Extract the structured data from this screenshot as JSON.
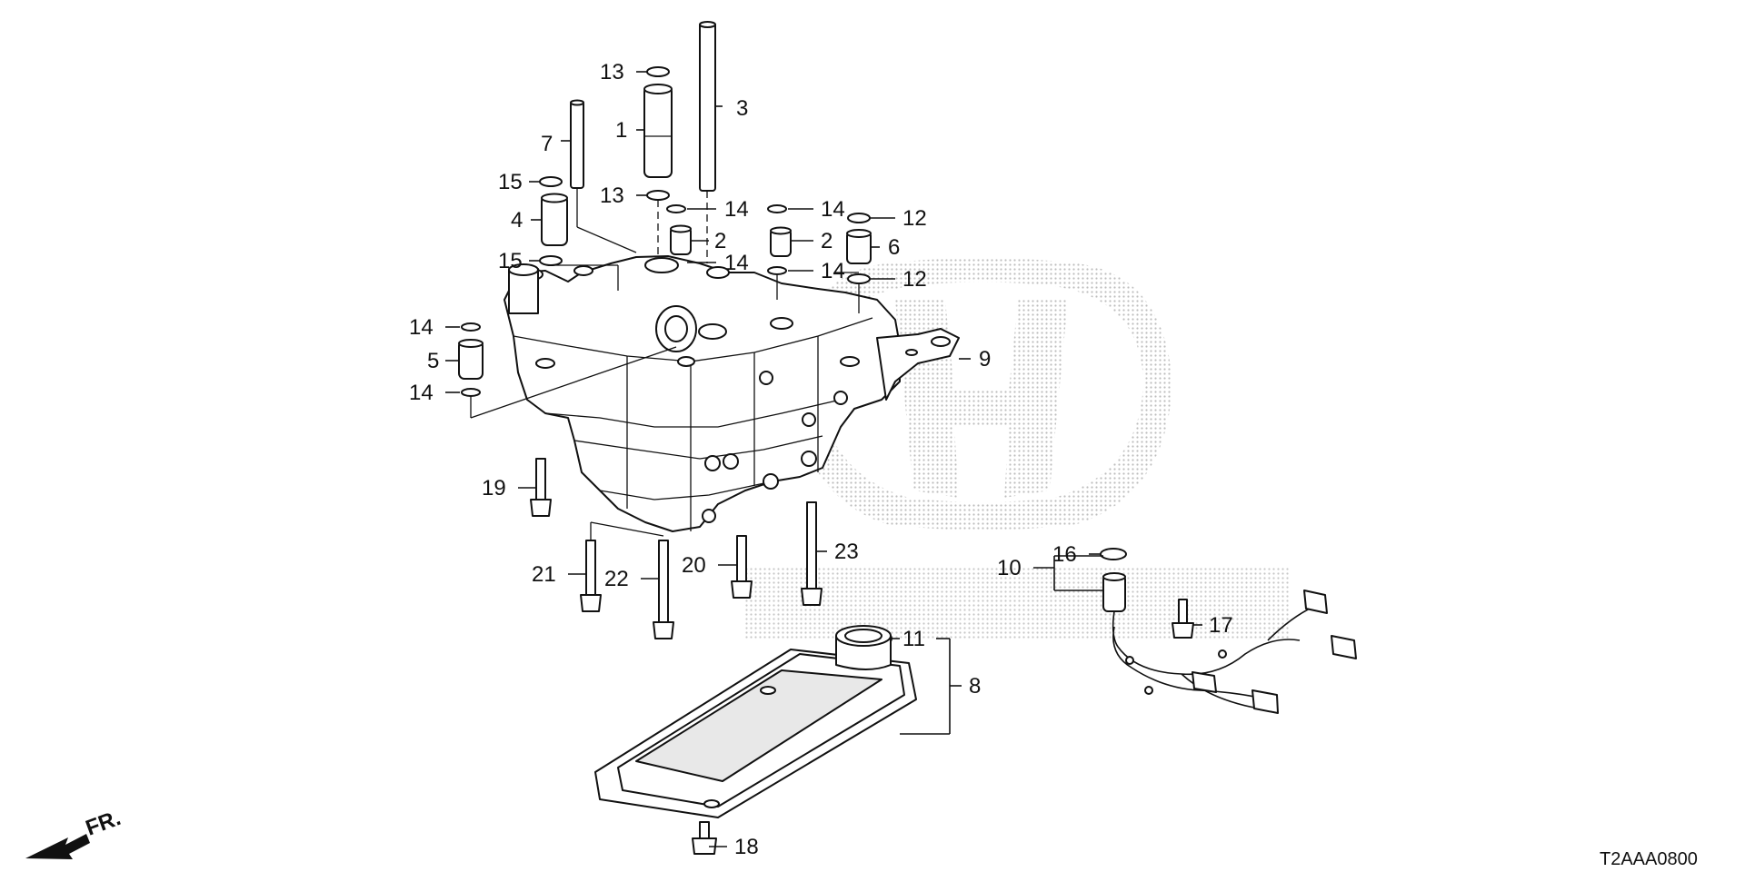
{
  "diagram_code": "T2AAA0800",
  "direction_label": "FR.",
  "watermark": "HONDA",
  "colors": {
    "ink": "#111111",
    "watermark": "#c4c4c4",
    "background": "#ffffff"
  },
  "callouts": [
    {
      "id": "c13a",
      "number": "13"
    },
    {
      "id": "c3",
      "number": "3"
    },
    {
      "id": "c1",
      "number": "1"
    },
    {
      "id": "c7",
      "number": "7"
    },
    {
      "id": "c15a",
      "number": "15"
    },
    {
      "id": "c13b",
      "number": "13"
    },
    {
      "id": "c14a",
      "number": "14"
    },
    {
      "id": "c14b",
      "number": "14"
    },
    {
      "id": "c12a",
      "number": "12"
    },
    {
      "id": "c4",
      "number": "4"
    },
    {
      "id": "c2a",
      "number": "2"
    },
    {
      "id": "c2b",
      "number": "2"
    },
    {
      "id": "c6",
      "number": "6"
    },
    {
      "id": "c15b",
      "number": "15"
    },
    {
      "id": "c14c",
      "number": "14"
    },
    {
      "id": "c14d",
      "number": "14"
    },
    {
      "id": "c12b",
      "number": "12"
    },
    {
      "id": "c14e",
      "number": "14"
    },
    {
      "id": "c9",
      "number": "9"
    },
    {
      "id": "c5",
      "number": "5"
    },
    {
      "id": "c14f",
      "number": "14"
    },
    {
      "id": "c19",
      "number": "19"
    },
    {
      "id": "c16",
      "number": "16"
    },
    {
      "id": "c23",
      "number": "23"
    },
    {
      "id": "c10",
      "number": "10"
    },
    {
      "id": "c21",
      "number": "21"
    },
    {
      "id": "c22",
      "number": "22"
    },
    {
      "id": "c20",
      "number": "20"
    },
    {
      "id": "c17",
      "number": "17"
    },
    {
      "id": "c11",
      "number": "11"
    },
    {
      "id": "c8",
      "number": "8"
    },
    {
      "id": "c18",
      "number": "18"
    }
  ]
}
